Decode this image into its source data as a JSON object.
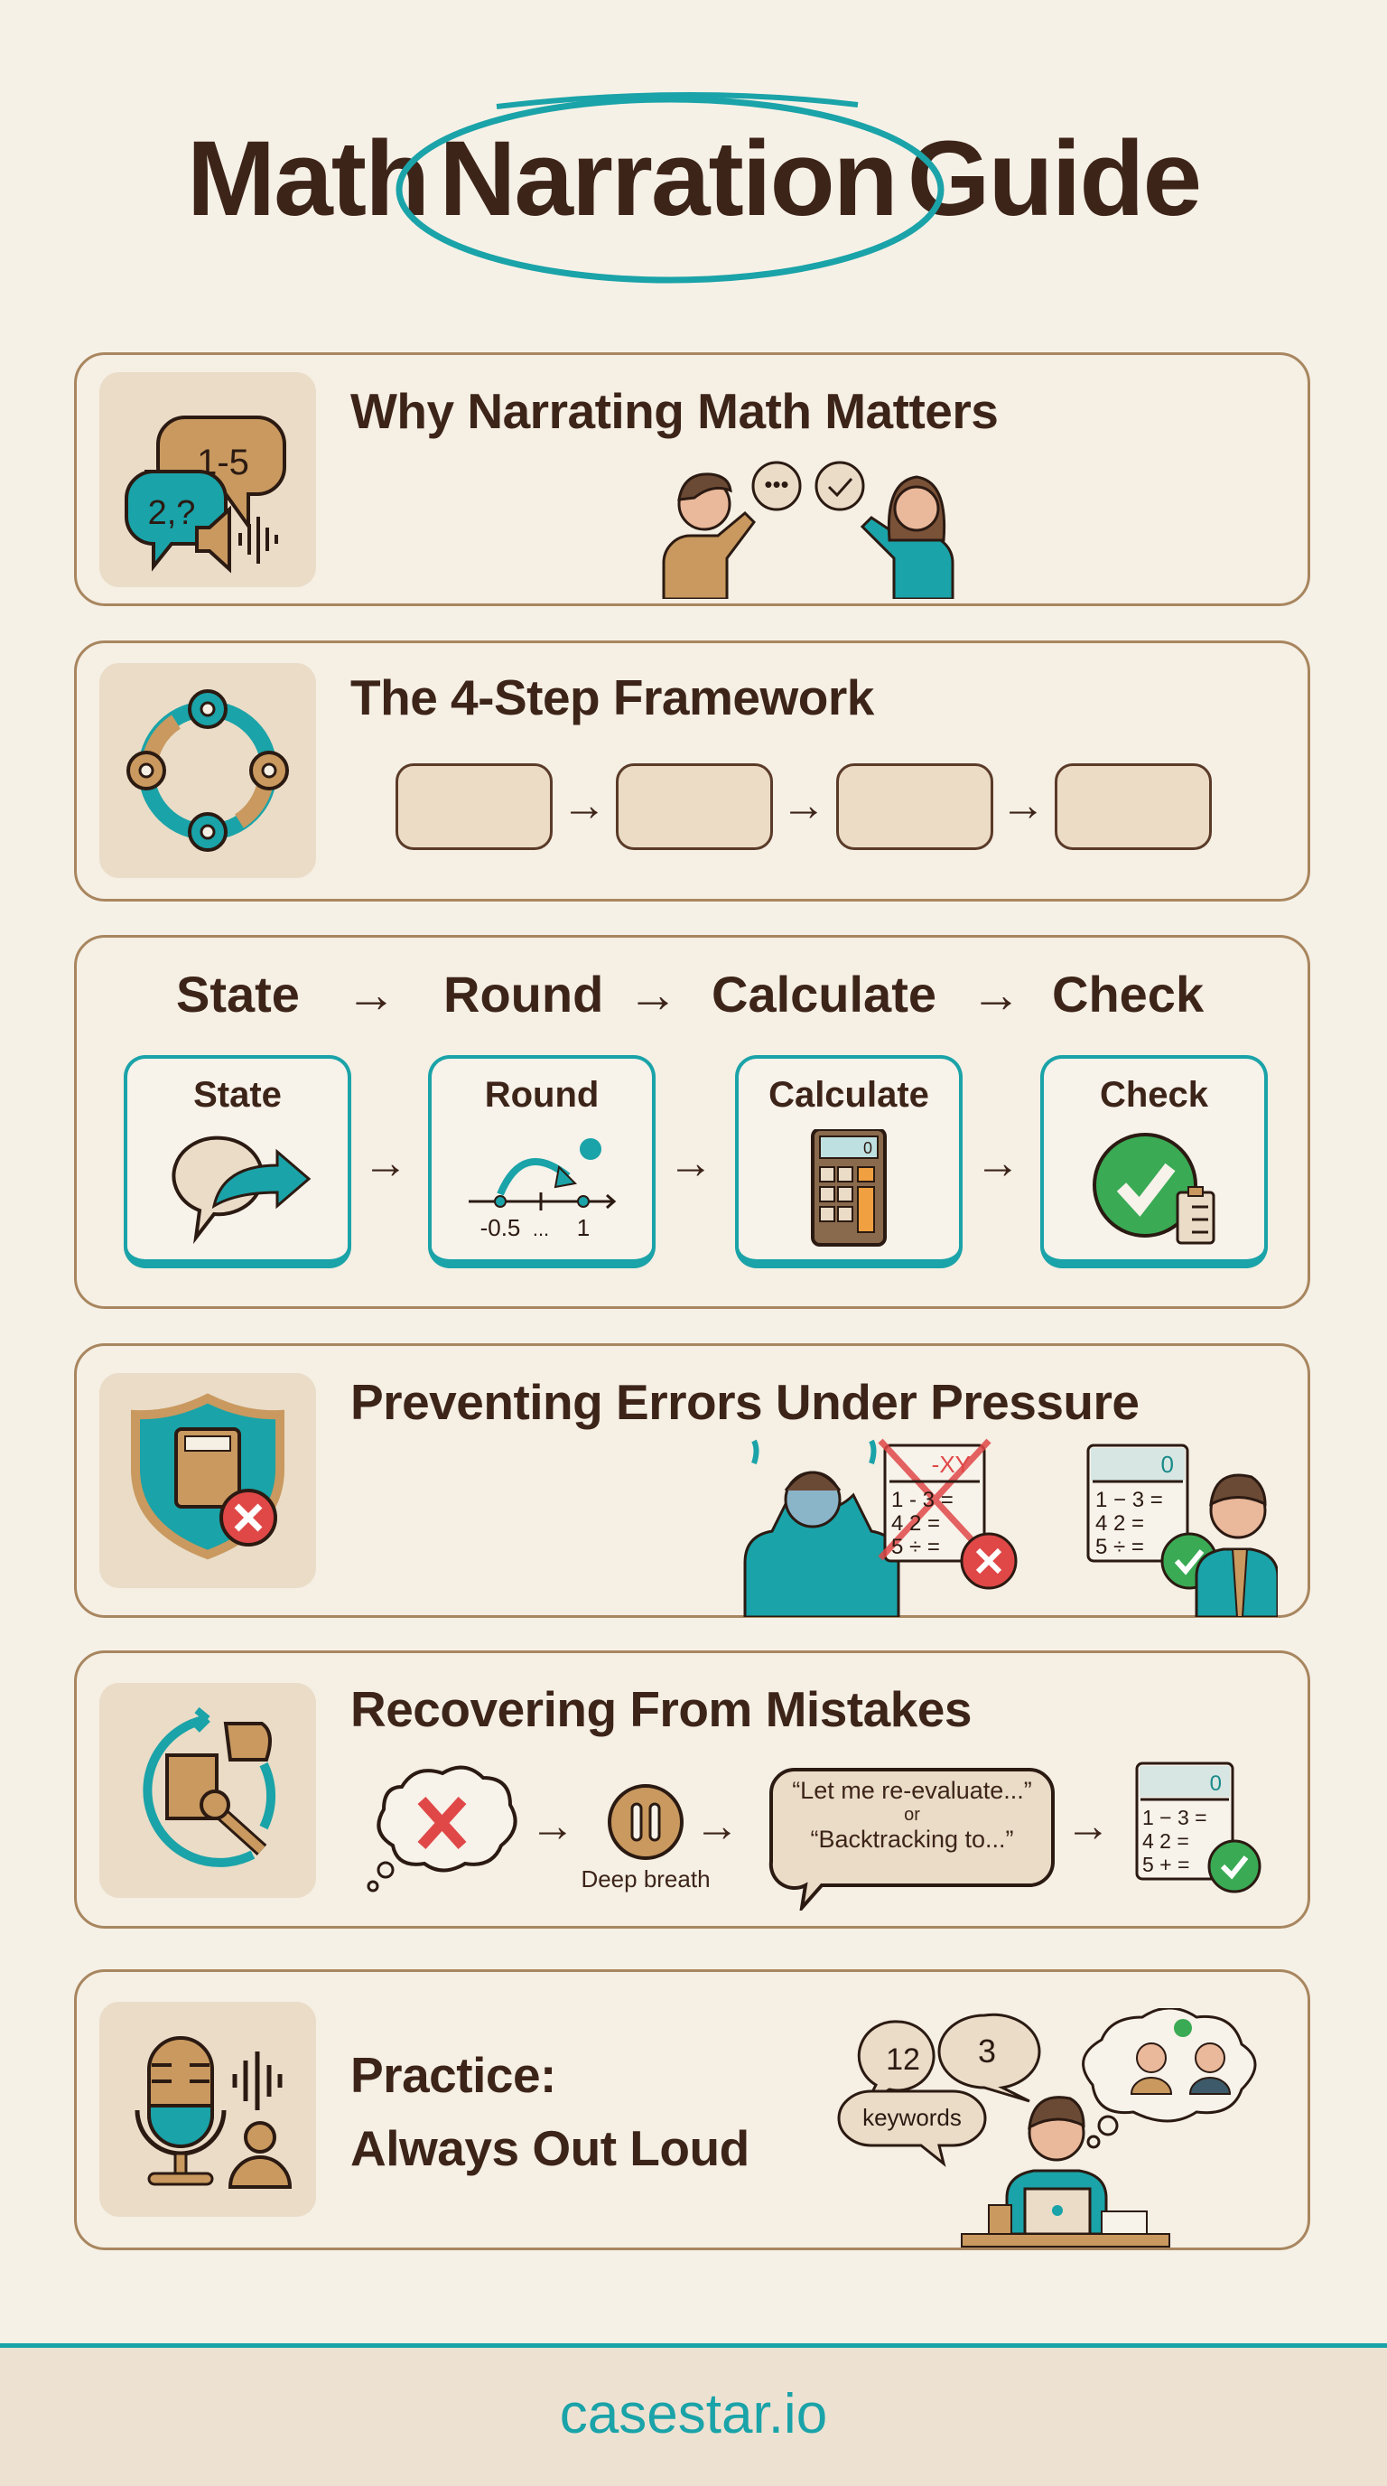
{
  "title": {
    "part1": "Math",
    "part2": "Narration",
    "part3": "Guide"
  },
  "colors": {
    "background": "#f6f1e7",
    "text": "#3d2419",
    "accent_teal": "#1aa3a8",
    "tan": "#c9995f",
    "border": "#a8865f",
    "error_red": "#e04848",
    "success_green": "#3aaa55"
  },
  "sections": {
    "why": {
      "heading": "Why Narrating Math Matters",
      "icon": "speech-bubbles-speaker-icon",
      "bubble_a": "1-5",
      "bubble_b": "2,?"
    },
    "framework": {
      "heading": "The 4-Step Framework",
      "icon": "gears-cycle-icon"
    },
    "steps": {
      "header": [
        "State",
        "Round",
        "Calculate",
        "Check"
      ],
      "cards": [
        {
          "label": "State",
          "icon": "speech-arrow-icon"
        },
        {
          "label": "Round",
          "icon": "number-line-icon",
          "left_value": "-0.5",
          "dots": "...",
          "right_value": "1"
        },
        {
          "label": "Calculate",
          "icon": "calculator-icon",
          "display": "0"
        },
        {
          "label": "Check",
          "icon": "checkmark-clipboard-icon"
        }
      ]
    },
    "errors": {
      "heading": "Preventing Errors Under Pressure",
      "icon": "shield-calculator-icon",
      "wrong_sheet": {
        "header": "-XY",
        "lines": [
          "1 - 3 =",
          "4 2 =",
          "5 ÷ ="
        ]
      },
      "right_sheet": {
        "header": "0",
        "lines": [
          "1 − 3 =",
          "4 2 =",
          "5 ÷ ="
        ]
      }
    },
    "recover": {
      "heading": "Recovering From Mistakes",
      "icon": "puzzle-wrench-icon",
      "pause_label": "Deep breath",
      "quote1": "“Let me re-evaluate...”",
      "quote_or": "or",
      "quote2": "“Backtracking to...”",
      "sheet": {
        "header": "0",
        "lines": [
          "1 − 3 =",
          "4 2 =",
          "5 + ="
        ]
      }
    },
    "practice": {
      "heading_line1": "Practice:",
      "heading_line2": "Always Out Loud",
      "icon": "microphone-person-icon",
      "bubble_a": "12",
      "bubble_b": "3",
      "bubble_c": "keywords"
    }
  },
  "footer": {
    "brand": "casestar.io"
  }
}
